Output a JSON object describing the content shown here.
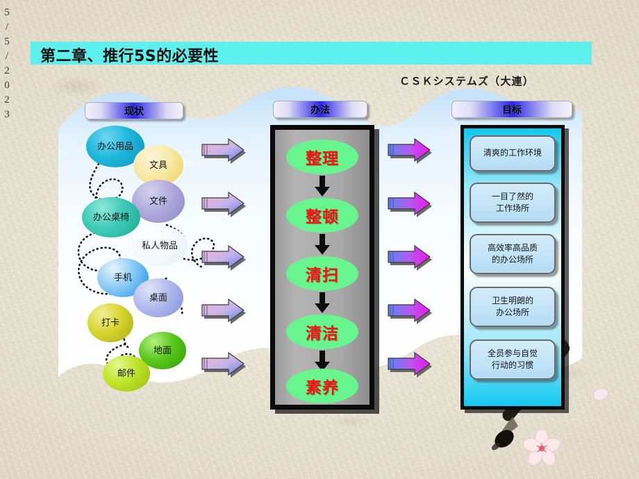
{
  "slide": {
    "date_chars": [
      "5",
      "/",
      "5",
      "/",
      "2",
      "0",
      "2",
      "3"
    ],
    "title": "第二章、推行5S的必要性",
    "subtitle": "ＣＳＫシステムズ（大連）",
    "title_bar_color": "#5EF0EC",
    "banner_accent_color": "#2A26E8"
  },
  "columns": {
    "current": {
      "banner_label": "现状"
    },
    "method": {
      "banner_label": "办法"
    },
    "goal": {
      "banner_label": "目标"
    }
  },
  "bubbles": [
    {
      "label": "办公用品",
      "color": "#14B5D8"
    },
    {
      "label": "文具",
      "color": "#F7E8A8"
    },
    {
      "label": "文件",
      "color": "#ADA8D8"
    },
    {
      "label": "办公桌椅",
      "color": "#3CC8B4"
    },
    {
      "label": "私人物品",
      "color": "#F2F8FE"
    },
    {
      "label": "手机",
      "color": "#1E9CF0"
    },
    {
      "label": "桌面",
      "color": "#9AA8E8"
    },
    {
      "label": "打卡",
      "color": "#D6D42A"
    },
    {
      "label": "地面",
      "color": "#4FC414"
    },
    {
      "label": "邮件",
      "color": "#B8E020"
    }
  ],
  "steps_5s": [
    {
      "label": "整理"
    },
    {
      "label": "整顿"
    },
    {
      "label": "清扫"
    },
    {
      "label": "清洁"
    },
    {
      "label": "素养"
    }
  ],
  "goals": [
    {
      "line1": "清爽的工作环境",
      "line2": ""
    },
    {
      "line1": "一目了然的",
      "line2": "工作场所"
    },
    {
      "line1": "高效率高品质",
      "line2": "的办公场所"
    },
    {
      "line1": "卫生明朗的",
      "line2": "办公场所"
    },
    {
      "line1": "全员参与自觉",
      "line2": "行动的习惯"
    }
  ],
  "arrows": {
    "left_count": 5,
    "right_count": 5,
    "left_gradient": [
      "#F0AEC8",
      "#8A9CF0"
    ],
    "right_gradient": [
      "#6A8CF0",
      "#F020E8"
    ]
  },
  "palette": {
    "oval_green": "#69F58E",
    "oval_text_red": "#F41212",
    "panel_cyan": "#12C8F0",
    "goal_box_blue": "#C2E4F8"
  }
}
